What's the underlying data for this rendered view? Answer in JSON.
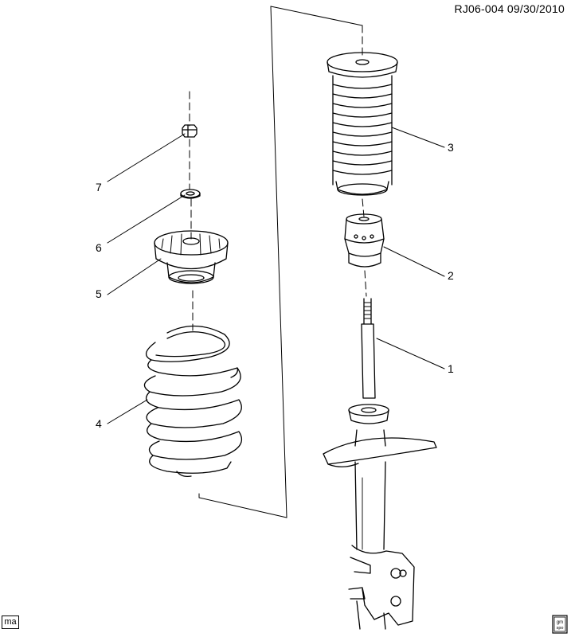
{
  "header": {
    "diagram_id": "RJ06-004  09/30/2010"
  },
  "callouts": [
    {
      "number": "1"
    },
    {
      "number": "2"
    },
    {
      "number": "3"
    },
    {
      "number": "4"
    },
    {
      "number": "5"
    },
    {
      "number": "6"
    },
    {
      "number": "7"
    }
  ],
  "footer": {
    "tag": "ma"
  },
  "logo": {
    "text_top": "gm",
    "text_bottom": "spo"
  },
  "colors": {
    "line": "#000000",
    "background": "#ffffff"
  }
}
